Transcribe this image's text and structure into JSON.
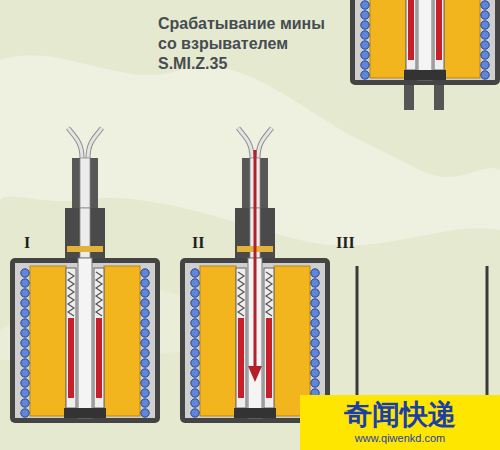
{
  "diagram": {
    "title": "Срабатывание мины со взрывателем S.MI.Z.35",
    "nodes": [
      {
        "text": [
          "奇闻快递",
          "www.qiwenkd.com"
        ]
      }
    ],
    "labels": [
      "I",
      "II",
      "III"
    ]
  }
}
